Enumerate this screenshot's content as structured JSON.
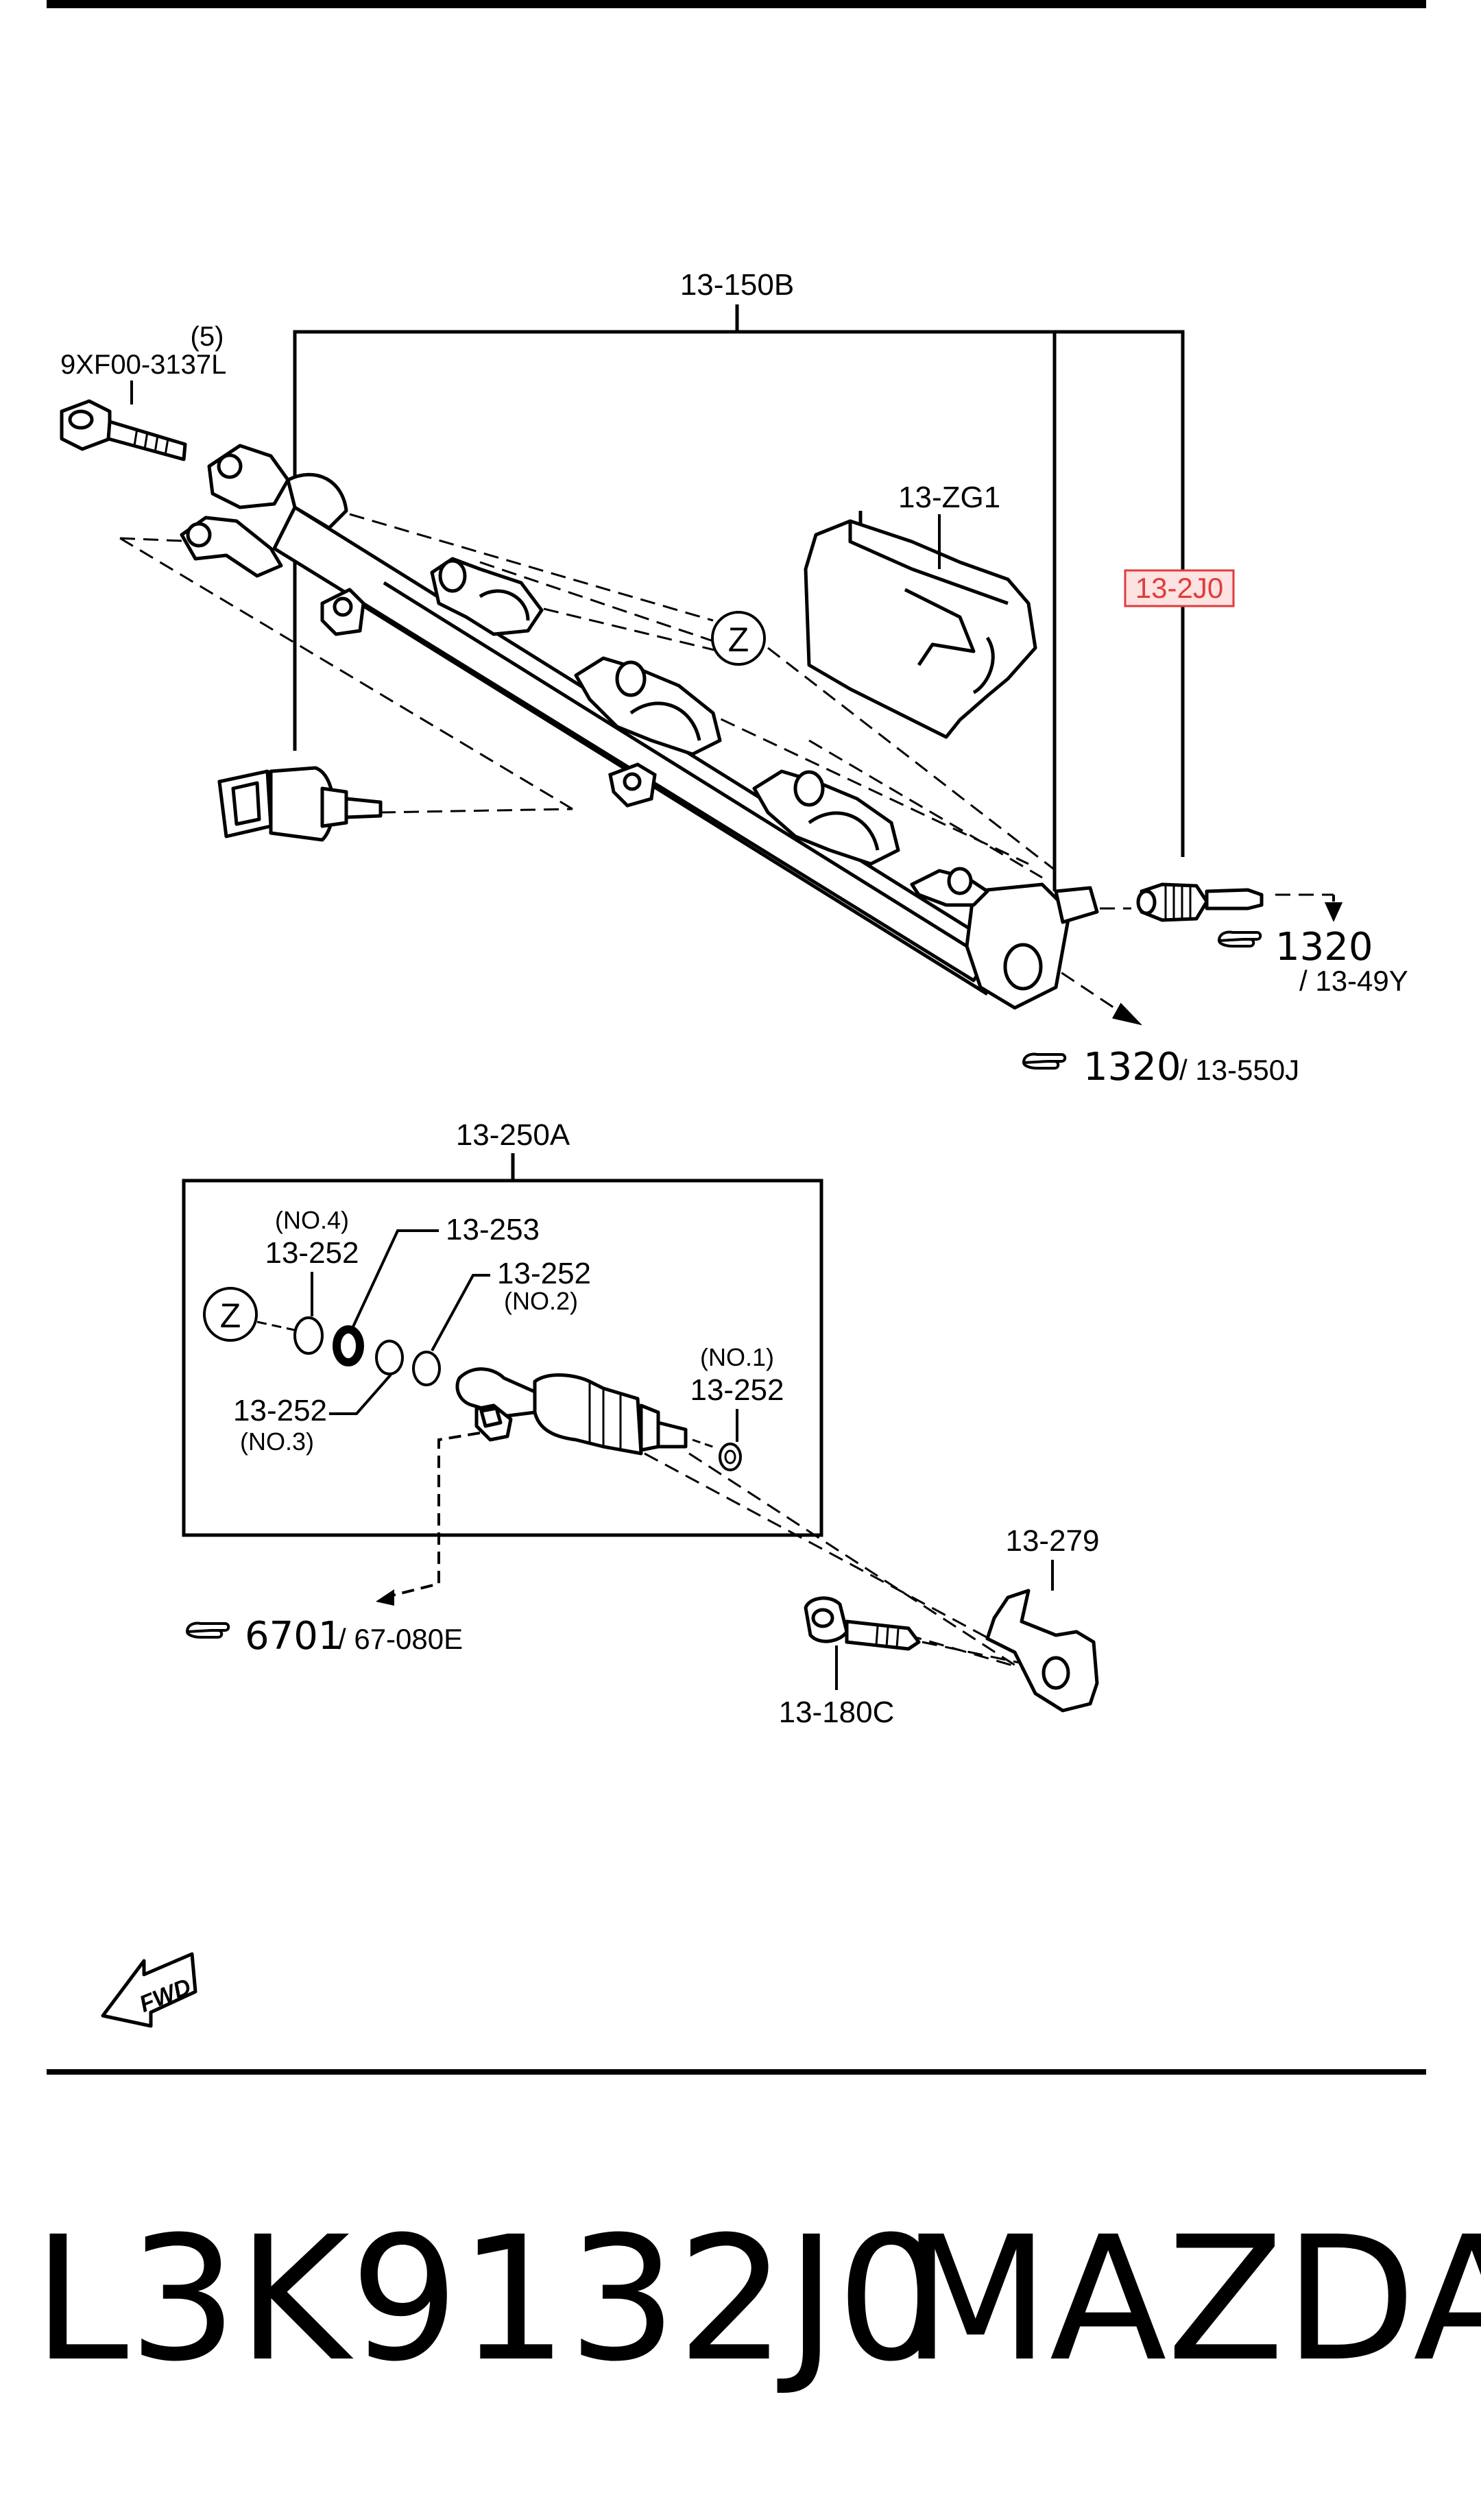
{
  "labels": {
    "rail": "13-150B",
    "bolt_qty": "(5)",
    "bolt_part": "9XF00-3137L",
    "cover": "13-ZG1",
    "highlighted": "13-2J0",
    "marker": "Z",
    "ref_1320_a_num": "1320",
    "ref_1320_a_sub": "/ 13-49Y",
    "ref_1320_b_num": "1320",
    "ref_1320_b_sub": "/ 13-550J",
    "injector_assy": "13-250A",
    "oring_no4_tag": "(NO.4)",
    "oring_no4": "13-252",
    "oring_253": "13-253",
    "oring_no2": "13-252",
    "oring_no2_tag": "(NO.2)",
    "oring_no3": "13-252",
    "oring_no3_tag": "(NO.3)",
    "oring_no1_tag": "(NO.1)",
    "oring_no1": "13-252",
    "ref_6701_num": "6701",
    "ref_6701_sub": "/ 67-080E",
    "bracket": "13-279",
    "bolt2": "13-180C",
    "fwd": "FWD"
  },
  "footer": {
    "part_number": "L3K9132J0",
    "brand": "MAZDA"
  },
  "colors": {
    "highlight_border": "#e03c3c",
    "highlight_fill": "#fde2e2",
    "ink": "#000000"
  }
}
